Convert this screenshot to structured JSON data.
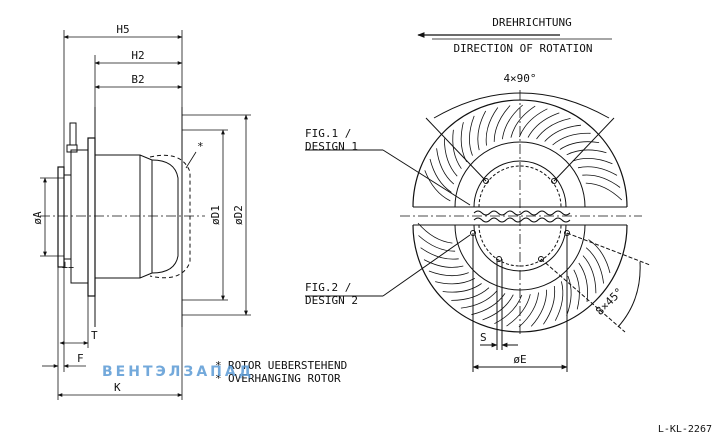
{
  "dimensions": {
    "H5": "H5",
    "H2": "H2",
    "B2": "B2",
    "D1": "øD1",
    "D2": "øD2",
    "A": "øA",
    "T": "T",
    "F": "F",
    "K": "K",
    "S": "S",
    "E": "øE",
    "angle_top": "4×90°",
    "angle_right": "8×45°",
    "asterisk": "*"
  },
  "rotation": {
    "german": "DREHRICHTUNG",
    "english": "DIRECTION OF ROTATION"
  },
  "callouts": {
    "fig1_line1": "FIG.1 /",
    "fig1_line2": "DESIGN 1",
    "fig2_line1": "FIG.2 /",
    "fig2_line2": "DESIGN 2"
  },
  "footnote": {
    "marker": "*",
    "german": "ROTOR UEBERSTEHEND",
    "english": "OVERHANGING ROTOR"
  },
  "watermark": "ВЕНТЭЛЗАПАД",
  "drawing_number": "L-KL-2267",
  "colors": {
    "ink": "#111111",
    "watermark": "#5b9bd5",
    "background": "#ffffff"
  }
}
